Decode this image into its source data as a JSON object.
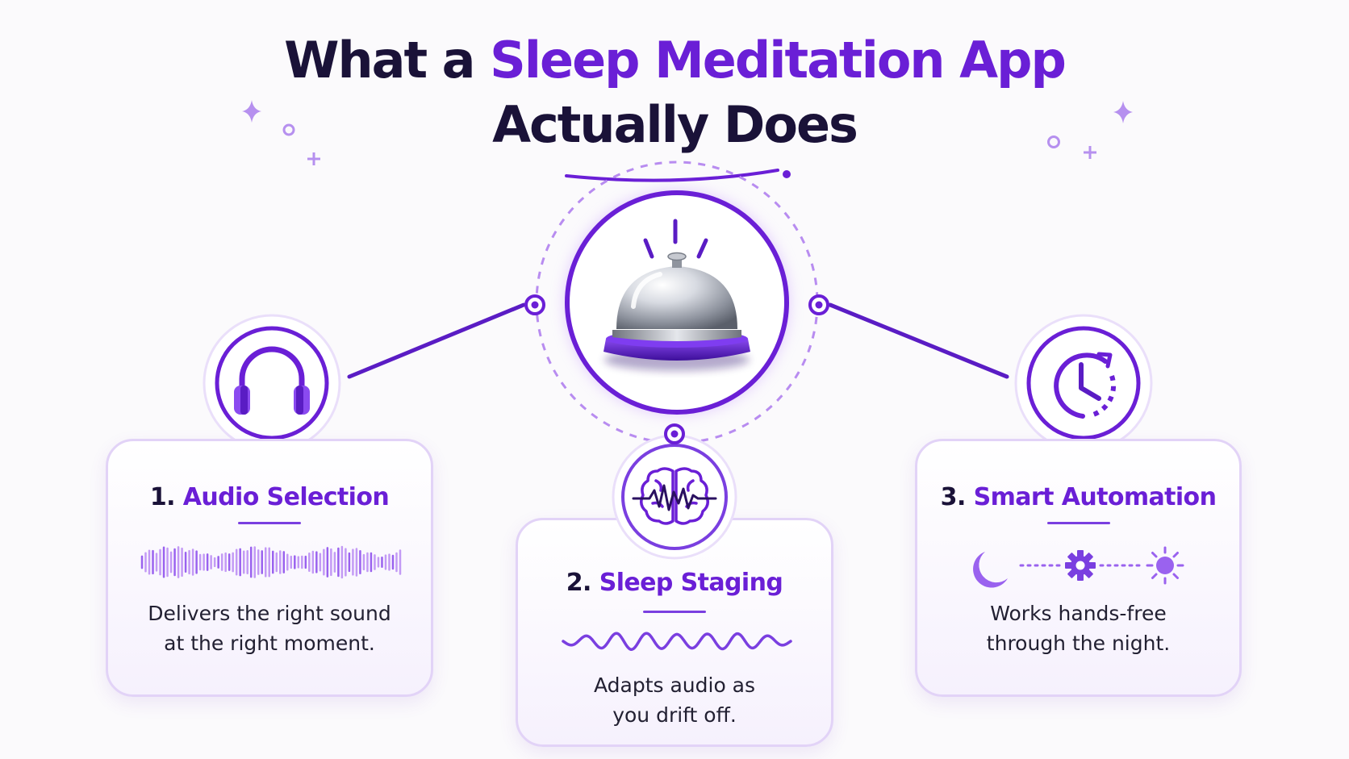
{
  "title": {
    "line1_prefix": "What a ",
    "line1_accent": "Sleep Meditation App",
    "line2": "Actually Does"
  },
  "colors": {
    "accent": "#6a1fd6",
    "dark_text": "#1a1238",
    "light_purple": "#b98cf0",
    "card_border": "#e2d3f7"
  },
  "center_icon": "service-bell-icon",
  "features": [
    {
      "number": "1.",
      "title": "Audio Selection",
      "description_line1": "Delivers the right sound",
      "description_line2": "at the right moment.",
      "icon": "headphones-icon",
      "graphic": "sound-waveform"
    },
    {
      "number": "2.",
      "title": "Sleep Staging",
      "description_line1": "Adapts audio as",
      "description_line2": "you drift off.",
      "icon": "brain-wave-icon",
      "graphic": "brain-wave-line"
    },
    {
      "number": "3.",
      "title": "Smart Automation",
      "description_line1": "Works hands-free",
      "description_line2": "through the night.",
      "icon": "clock-refresh-icon",
      "graphic": "moon-gear-sun-timeline"
    }
  ]
}
